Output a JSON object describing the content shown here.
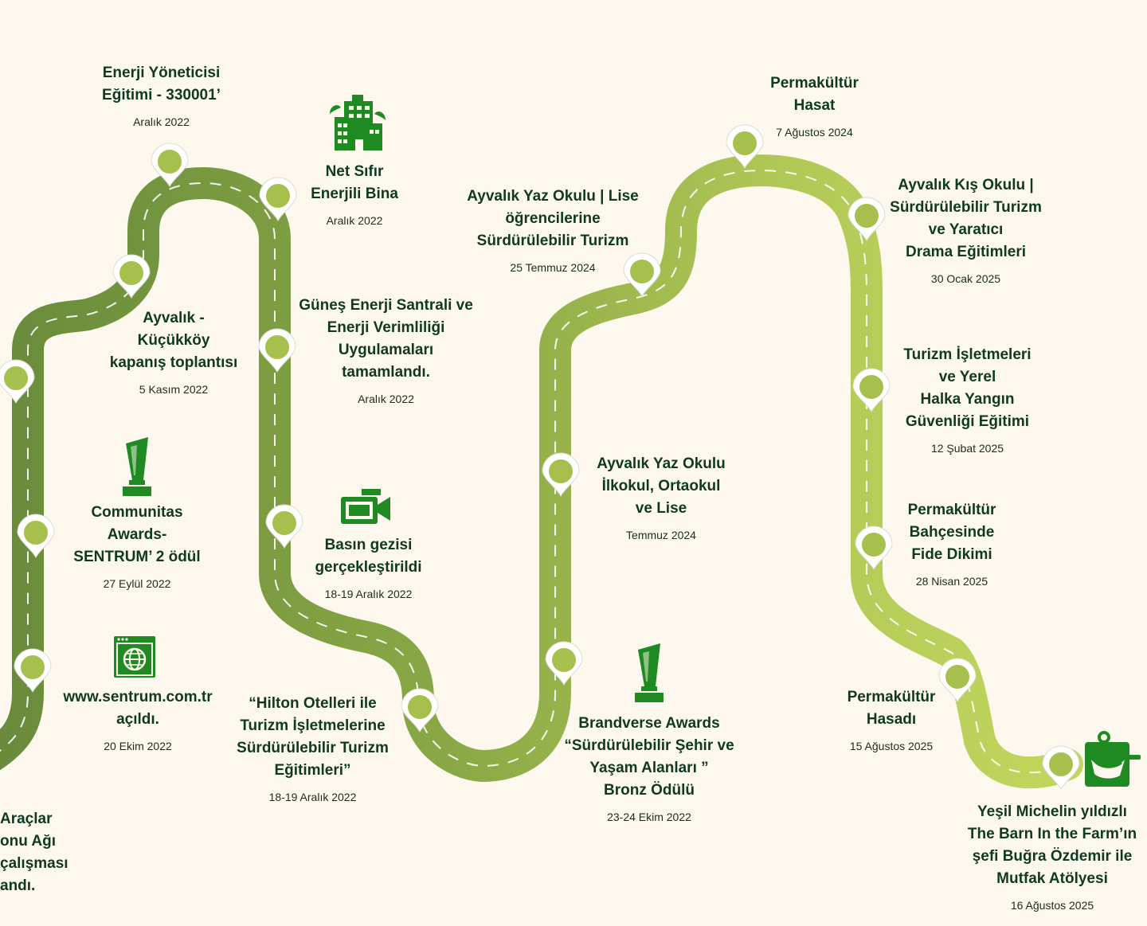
{
  "events": [
    {
      "title": "Enerji Yöneticisi\nEğitimi - 330001’",
      "date": "Aralık 2022"
    },
    {
      "title": "Net Sıfır\nEnerjili Bina",
      "date": "Aralık 2022"
    },
    {
      "title": "Ayvalık -\nKüçükköy\nkapanış toplantısı",
      "date": "5 Kasım 2022"
    },
    {
      "title": "Güneş Enerji Santrali ve\nEnerji Verimliliği\nUygulamaları\ntamamlandı.",
      "date": "Aralık 2022"
    },
    {
      "title": "Communitas\nAwards-\nSENTRUM’ 2 ödül",
      "date": "27 Eylül 2022"
    },
    {
      "title": "Basın gezisi\ngerçekleştirildi",
      "date": "18-19 Aralık 2022"
    },
    {
      "title": "www.sentrum.com.tr\naçıldı.",
      "date": "20 Ekim 2022"
    },
    {
      "title": "“Hilton Otelleri ile\nTurizm İşletmelerine\nSürdürülebilir Turizm\nEğitimleri”",
      "date": "18-19 Aralık 2022"
    },
    {
      "title": "Araçlar\nonu Ağı\nçalışması\nandı.",
      "date": ""
    },
    {
      "title": "Ayvalık Yaz Okulu | Lise\nöğrencilerine\nSürdürülebilir Turizm",
      "date": "25 Temmuz 2024"
    },
    {
      "title": "Ayvalık Yaz Okulu\nİlkokul, Ortaokul\nve Lise",
      "date": "Temmuz 2024"
    },
    {
      "title": "Brandverse Awards\n“Sürdürülebilir Şehir ve\nYaşam Alanları ”\nBronz Ödülü",
      "date": "23-24 Ekim 2022"
    },
    {
      "title": "Permakültür\nHasat",
      "date": "7 Ağustos 2024"
    },
    {
      "title": "Ayvalık Kış Okulu |\nSürdürülebilir Turizm\nve Yaratıcı\nDrama Eğitimleri",
      "date": "30 Ocak 2025"
    },
    {
      "title": "Turizm İşletmeleri\nve Yerel\nHalka Yangın\nGüvenliği Eğitimi",
      "date": "12 Şubat 2025"
    },
    {
      "title": "Permakültür\nBahçesinde\nFide Dikimi",
      "date": "28 Nisan 2025"
    },
    {
      "title": "Permakültür\nHasadı",
      "date": "15 Ağustos 2025"
    },
    {
      "title": "Yeşil Michelin yıldızlı\nThe Barn In the Farm’ın\nşefi Buğra Özdemir ile\nMutfak Atölyesi",
      "date": "16 Ağustos 2025"
    }
  ],
  "icons": [
    "building-leaf-icon",
    "trophy-icon",
    "video-camera-icon",
    "web-globe-icon",
    "trophy-icon",
    "cooking-pot-icon"
  ],
  "colors": {
    "background": "#fdf8ee",
    "text": "#0f3a1d",
    "icon": "#1e8a21",
    "road_dark": "#6b8e3e",
    "road_light": "#bcd05a",
    "pin": "#a7bf4d"
  }
}
